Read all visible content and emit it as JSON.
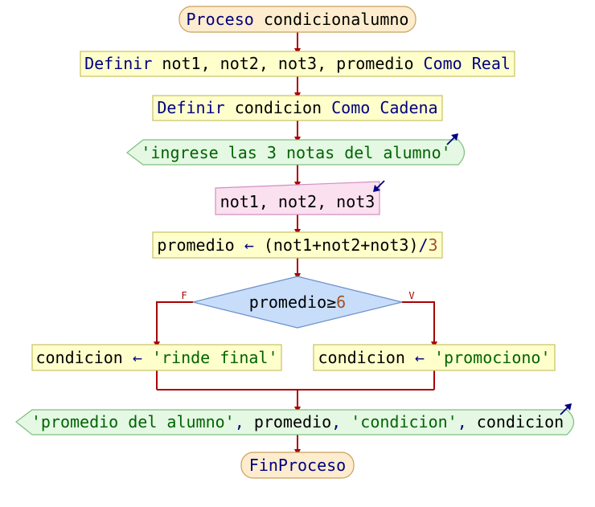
{
  "colors": {
    "edge": "#aa0000",
    "start_fill": "#fdeccd",
    "start_stroke": "#c8a060",
    "assign_fill": "#ffffcc",
    "assign_stroke": "#c8c060",
    "io_fill": "#e4f8e4",
    "io_stroke": "#7fbf7f",
    "read_fill": "#fbe0f0",
    "read_stroke": "#d090c0",
    "cond_fill": "#c7ddfa",
    "cond_stroke": "#6b8fc8",
    "keyword": "#000080",
    "string": "#006400",
    "number": "#a0522d",
    "plain": "#000000"
  },
  "nodes": {
    "start": {
      "keyword": "Proceso",
      "name": " condicionalumno"
    },
    "def1": {
      "kw1": "Definir",
      "vars": " not1, not2, not3, promedio ",
      "kw2": "Como Real"
    },
    "def2": {
      "kw1": "Definir",
      "vars": " condicion ",
      "kw2": "Como Cadena"
    },
    "write1": {
      "text": "'ingrese las 3 notas del alumno'"
    },
    "read1": {
      "text": "not1, not2, not3"
    },
    "assign1": {
      "lhs": "promedio",
      "arrow": " ← ",
      "expr": "(not1+not2+not3)",
      "op": "/",
      "num": "3"
    },
    "decision": {
      "var": "promedio≥",
      "num": "6",
      "false_label": "F",
      "true_label": "V"
    },
    "assign_false": {
      "lhs": "condicion",
      "arrow": " ← ",
      "value": "'rinde final'"
    },
    "assign_true": {
      "lhs": "condicion",
      "arrow": " ← ",
      "value": "'promociono'"
    },
    "write2": {
      "s1": "'promedio del alumno'",
      "sep1": ", ",
      "v1": "promedio",
      "sep2": ", ",
      "s2": "'condicion'",
      "sep3": ", ",
      "v2": "condicion"
    },
    "end": {
      "text": "FinProceso"
    }
  }
}
